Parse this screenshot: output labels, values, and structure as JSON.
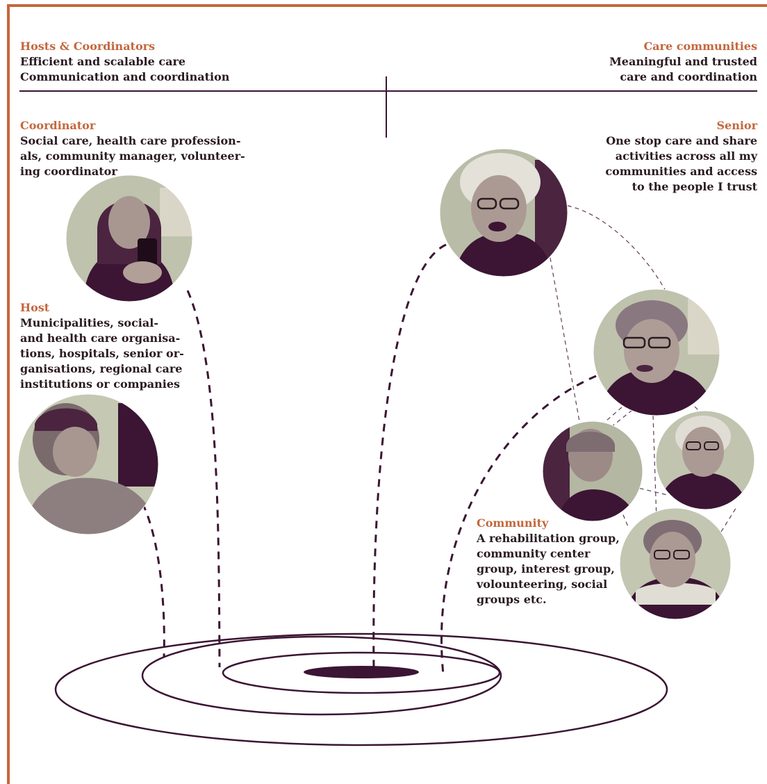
{
  "colors": {
    "accent": "#c4673d",
    "ink": "#3b1533",
    "text": "#2a1a22"
  },
  "hosts_coordinators": {
    "title": "Hosts & Coordinators",
    "lines": [
      "Efficient and scalable care",
      "Communication and coordination"
    ]
  },
  "care_communities": {
    "title": "Care communities",
    "lines": [
      "Meaningful and trusted",
      "care and coordination"
    ]
  },
  "coordinator": {
    "title": "Coordinator",
    "lines": [
      "Social care, health care profession-",
      "als, community manager, volunteer-",
      "ing coordinator"
    ]
  },
  "senior": {
    "title": "Senior",
    "lines": [
      "One stop care and share",
      "activities across all my",
      "communities and access",
      "to the people I trust"
    ]
  },
  "host": {
    "title": "Host",
    "lines": [
      "Municipalities, social-",
      "and health care organisa-",
      "tions, hospitals, senior or-",
      "ganisations, regional care",
      "institutions or companies"
    ]
  },
  "community": {
    "title": "Community",
    "lines": [
      "A rehabilitation group,",
      "community center",
      "group, interest group,",
      "volounteering, social",
      "groups etc."
    ]
  },
  "photos": {
    "coordinator": "young-woman-with-phone-photo",
    "host": "man-looking-down-photo",
    "senior": "smiling-senior-woman-glasses-photo",
    "community_leader": "senior-woman-glasses-talking-photo",
    "community_man": "senior-man-photo",
    "community_woman_right": "senior-woman-white-hair-photo",
    "community_woman_bottom": "senior-woman-scarf-photo"
  }
}
